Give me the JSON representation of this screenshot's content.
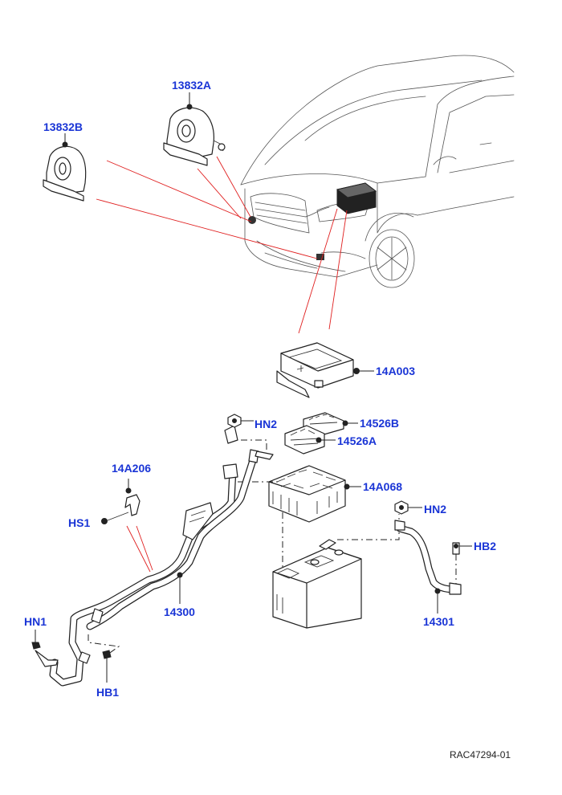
{
  "colors": {
    "label": "#1a35d6",
    "callout_line": "#e02020",
    "dot": "#111111"
  },
  "labels": {
    "p13832A": "13832A",
    "p13832B": "13832B",
    "p14A003": "14A003",
    "p14526B": "14526B",
    "p14526A": "14526A",
    "p14A068": "14A068",
    "pHN2_top": "HN2",
    "pHN2_right": "HN2",
    "pHB2": "HB2",
    "p14A206": "14A206",
    "pHS1": "HS1",
    "p14300": "14300",
    "p14301": "14301",
    "pHN1": "HN1",
    "pHB1": "HB1"
  },
  "reference": "RAC47294-01"
}
